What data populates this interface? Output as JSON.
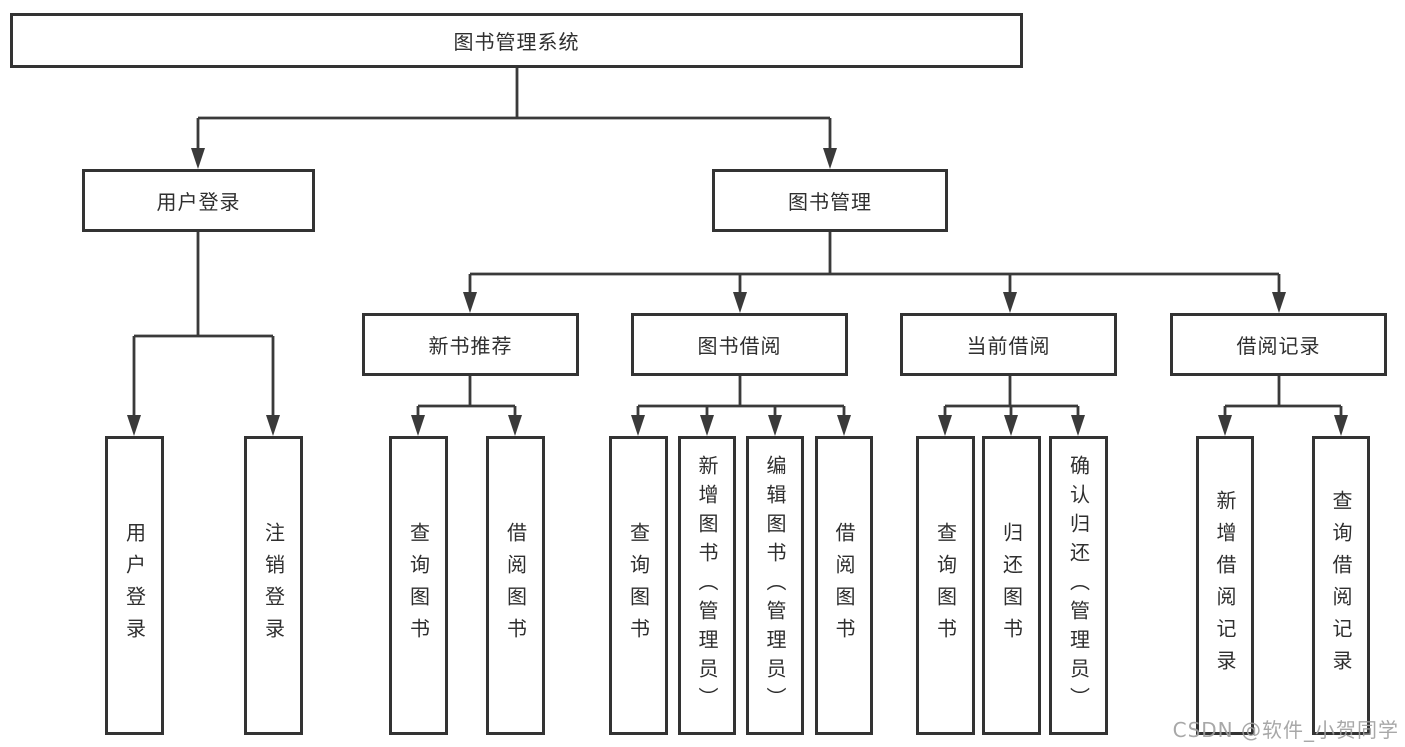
{
  "colors": {
    "line": "#3a3a3a",
    "box_border": "#333333",
    "text": "#2f2f2f",
    "watermark": "#9e9e9e",
    "background": "#ffffff"
  },
  "nodes": {
    "root": "图书管理系统",
    "user_login": "用户登录",
    "book_management": "图书管理",
    "new_book_recommend": "新书推荐",
    "book_borrow": "图书借阅",
    "current_borrow": "当前借阅",
    "borrow_records": "借阅记录"
  },
  "leaves": {
    "user_login": "用户登录",
    "logout": "注销登录",
    "newrec_query_books": "查询图书",
    "newrec_borrow_books": "借阅图书",
    "borrow_query_books": "查询图书",
    "borrow_add_book_admin": "新增图书（管理员）",
    "borrow_edit_book_admin": "编辑图书（管理员）",
    "borrow_borrow_books": "借阅图书",
    "current_query_books": "查询图书",
    "current_return_books": "归还图书",
    "current_confirm_return_admin": "确认归还（管理员）",
    "records_add_record": "新增借阅记录",
    "records_query_record": "查询借阅记录"
  },
  "watermark": "CSDN @软件_小贺同学"
}
